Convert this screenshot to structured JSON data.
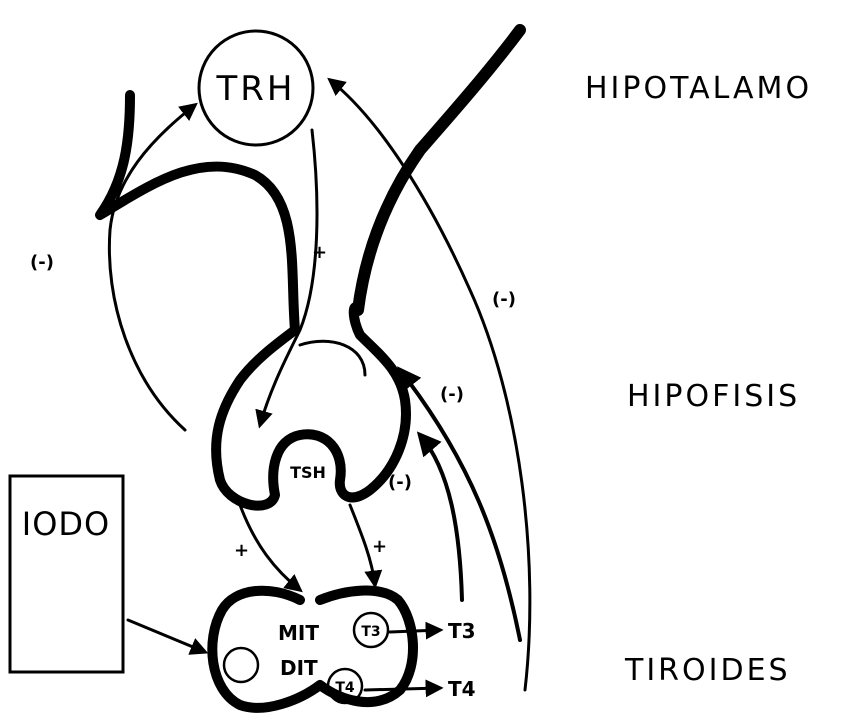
{
  "regions": {
    "hypothalamus": "HIPOTALAMO",
    "pituitary": "HIPOFISIS",
    "thyroid": "TIROIDES"
  },
  "nodes": {
    "trh": "TRH",
    "tsh": "TSH",
    "iodine": "IODO",
    "mit": "MIT",
    "dit": "DIT",
    "t3_inner": "T3",
    "t4_inner": "T4",
    "t3_out": "T3",
    "t4_out": "T4"
  },
  "edge_signs": {
    "trh_to_pituitary": "+",
    "tsh_to_thyroid_left": "+",
    "tsh_to_thyroid_right": "+",
    "left_loop": "(-)",
    "t4_to_hypothalamus": "(-)",
    "to_pituitary_upper": "(-)",
    "to_pituitary_lower": "(-)"
  }
}
